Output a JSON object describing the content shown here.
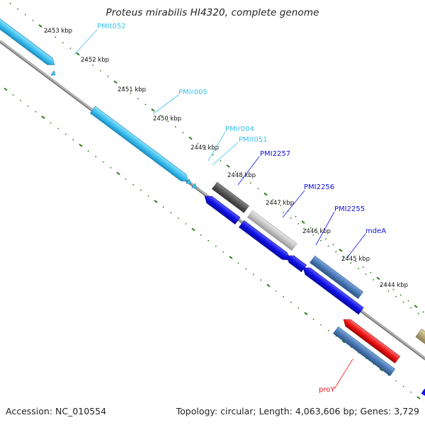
{
  "title": "Proteus mirabilis HI4320, complete genome",
  "footer": {
    "accession": "Accession: NC_010554",
    "summary": "Topology: circular; Length: 4,063,606 bp; Genes: 3,729"
  },
  "colors": {
    "backbone": "#8a8a8a",
    "tick": "#2e7d1e",
    "trna": "#3cc0ee",
    "cds": "#1010e6",
    "gene_grey": "#555555",
    "gene_lightgrey": "#c4c4c4",
    "gene_steel": "#4a78b4",
    "rrna": "#ee1414",
    "other": "#b8a878"
  },
  "kbp_labels": [
    "2453 kbp",
    "2452 kbp",
    "2451 kbp",
    "2450 kbp",
    "2449 kbp",
    "2448 kbp",
    "2447 kbp",
    "2446 kbp",
    "2445 kbp",
    "2444 kbp"
  ],
  "features": [
    {
      "label": "PMIt052",
      "color": "trna"
    },
    {
      "label": "PMIr005",
      "color": "trna"
    },
    {
      "label": "PMIr004",
      "color": "trna"
    },
    {
      "label": "PMIt051",
      "color": "trna"
    },
    {
      "label": "PMI2257",
      "color": "cds"
    },
    {
      "label": "PMI2256",
      "color": "cds"
    },
    {
      "label": "PMI2255",
      "color": "cds"
    },
    {
      "label": "mdeA",
      "color": "cds"
    },
    {
      "label": "proY",
      "color": "rrna"
    }
  ]
}
